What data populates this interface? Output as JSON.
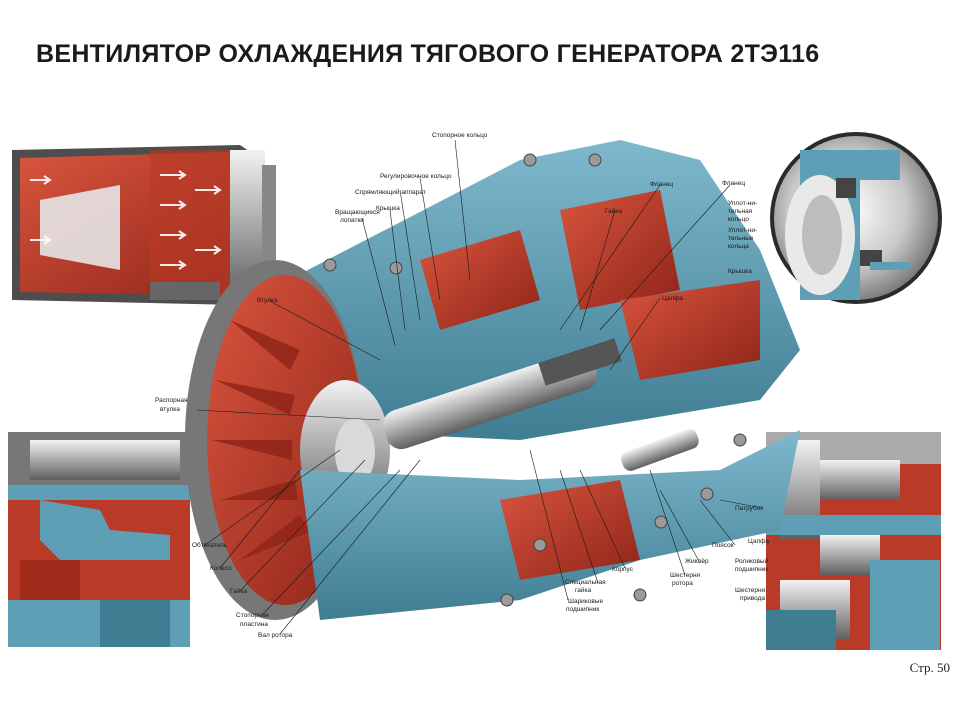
{
  "title": "ВЕНТИЛЯТОР ОХЛАЖДЕНИЯ ТЯГОВОГО ГЕНЕРАТОРА 2ТЭ116",
  "page_number": "Стр. 50",
  "labels": {
    "stopornoe_kolco": "Стопорное кольцо",
    "reguliruyushchee_kolco": "Регулировочное кольцо",
    "spryamlyayushchiy_apparat": "Спрямляющий аппарат",
    "kryshka_top": "Крышка",
    "vrashchayushchiesya_lopatki_1": "Вращающиеся",
    "vrashchayushchiesya_lopatki_2": "лопатки",
    "flanets_mid": "Фланец",
    "gayka_top": "Гайка",
    "flanets_right": "Фланец",
    "uplot_kolca_1": "Уплот-ни-",
    "uplot_kolca_2": "тельная",
    "uplot_kolca_3": "кольцо",
    "uplot_kolca_4": "Уплот-ни-",
    "uplot_kolca_5": "тельные",
    "uplot_kolca_6": "кольца",
    "kryshka_right": "Крышка",
    "vtulka": "Втулка",
    "tsapfa_mid": "Цапфа",
    "rasporaya_vtulka_1": "Распорная",
    "rasporaya_vtulka_2": "втулка",
    "obtekatel": "Обтекатель",
    "koleso": "Колесо",
    "gayka_bottom": "Гайка",
    "stopornaya_plastina_1": "Стопорная",
    "stopornaya_plastina_2": "пластина",
    "val_rotora": "Вал ротора",
    "korpus": "Корпус",
    "spetsialnaya_gayka_1": "Специальная",
    "spetsialnaya_gayka_2": "гайка",
    "sharikovye_podshipniki_1": "Шариковые",
    "sharikovye_podshipniki_2": "подшипник",
    "shesternya_rotora_1": "Шестерня",
    "shesternya_rotora_2": "ротора",
    "zhiklyor": "Жиклёр",
    "poyasok": "Поясок",
    "patrubok": "Патрубок",
    "tsapfa_right": "Цапфа",
    "rolikovyy_podshipnik_1": "Роликовый",
    "rolikovyy_podshipnik_2": "подшипник",
    "shesternya_privoda_1": "Шестерня",
    "shesternya_privoda_2": "привода"
  },
  "colors": {
    "casing_blue": "#5f9fb6",
    "casing_dark": "#3f7d93",
    "red_rust": "#c0392b",
    "red_dark": "#8e2418",
    "metal_light": "#d8d8d8",
    "metal_mid": "#a8a8a8",
    "metal_dark": "#5a5a5a"
  }
}
